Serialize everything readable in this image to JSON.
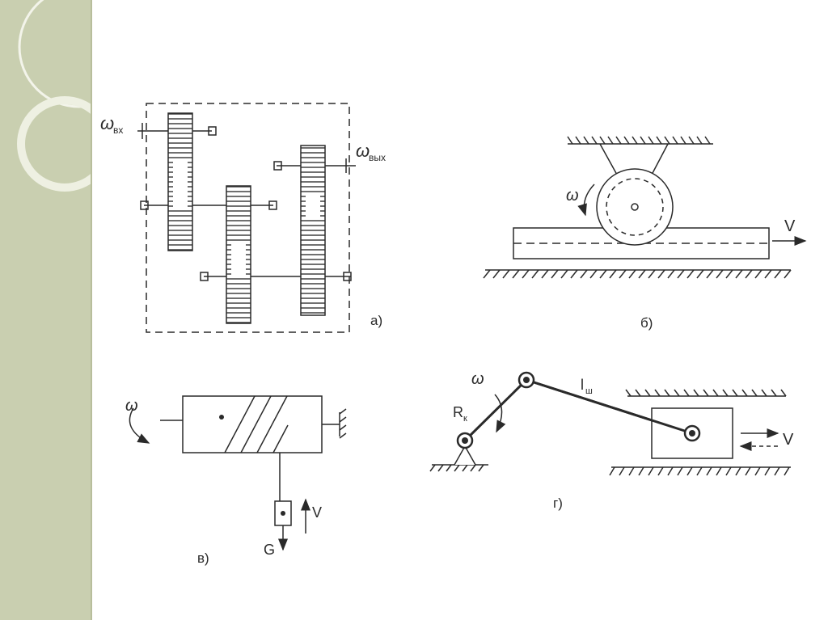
{
  "colors": {
    "sidebar": "#c9cfb0",
    "sidebar_ring": "#f3f4ea",
    "ink": "#2a2a2a",
    "background": "#ffffff"
  },
  "diagrams": {
    "a": {
      "caption": "а)",
      "omega_in": "ω",
      "omega_in_sub": "вх",
      "omega_out": "ω",
      "omega_out_sub": "вых"
    },
    "b": {
      "caption": "б)",
      "omega": "ω",
      "velocity": "V"
    },
    "v": {
      "caption": "в)",
      "omega": "ω",
      "velocity": "V",
      "weight": "G"
    },
    "g": {
      "caption": "г)",
      "omega": "ω",
      "crank": "R",
      "crank_sub": "к",
      "rod": "l",
      "rod_sub": "ш",
      "velocity": "V"
    }
  }
}
